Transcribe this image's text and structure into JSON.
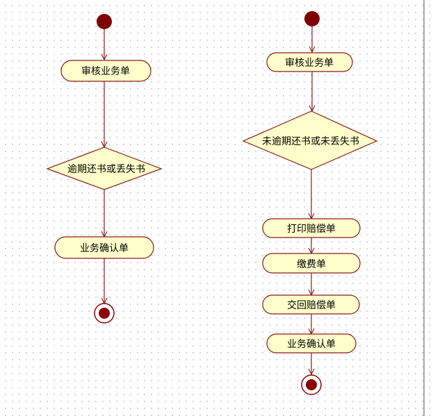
{
  "colors": {
    "stroke": "#8b1a1a",
    "fill": "#ffffcc",
    "start": "#800000",
    "end_ring": "#8b0000",
    "end_dot": "#8b0000"
  },
  "left_flow": {
    "review": "审核业务单",
    "decision": "逾期还书或丢失书",
    "confirm": "业务确认单"
  },
  "right_flow": {
    "review": "审核业务单",
    "decision": "未逾期还书或未丢失书",
    "print": "打印赔偿单",
    "pay": "缴费单",
    "return": "交回赔偿单",
    "confirm": "业务确认单"
  }
}
